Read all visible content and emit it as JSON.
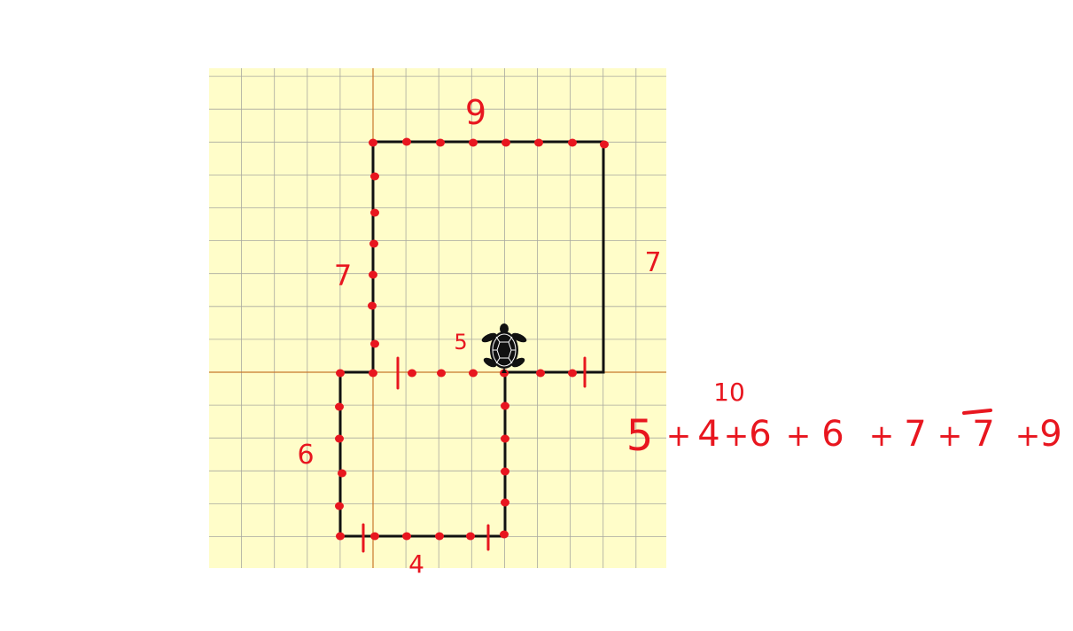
{
  "colors": {
    "paper": "#fffdc9",
    "grid": "#a9a9a0",
    "axis": "#c8782c",
    "path": "#111111",
    "ink": "#e8161f",
    "turtle": "#111111"
  },
  "turtle_icon": "turtle-icon",
  "annotations": {
    "top_side": "9",
    "right_side": "7",
    "left_upper_side": "7",
    "left_lower_side": "6",
    "bottom_side": "4",
    "middle_segment": "5",
    "above_sum": "10"
  },
  "sum_terms": [
    "5",
    "+",
    "4",
    "+",
    "6",
    "+",
    "6",
    "+",
    "7",
    "+",
    "7",
    "+",
    "9"
  ]
}
